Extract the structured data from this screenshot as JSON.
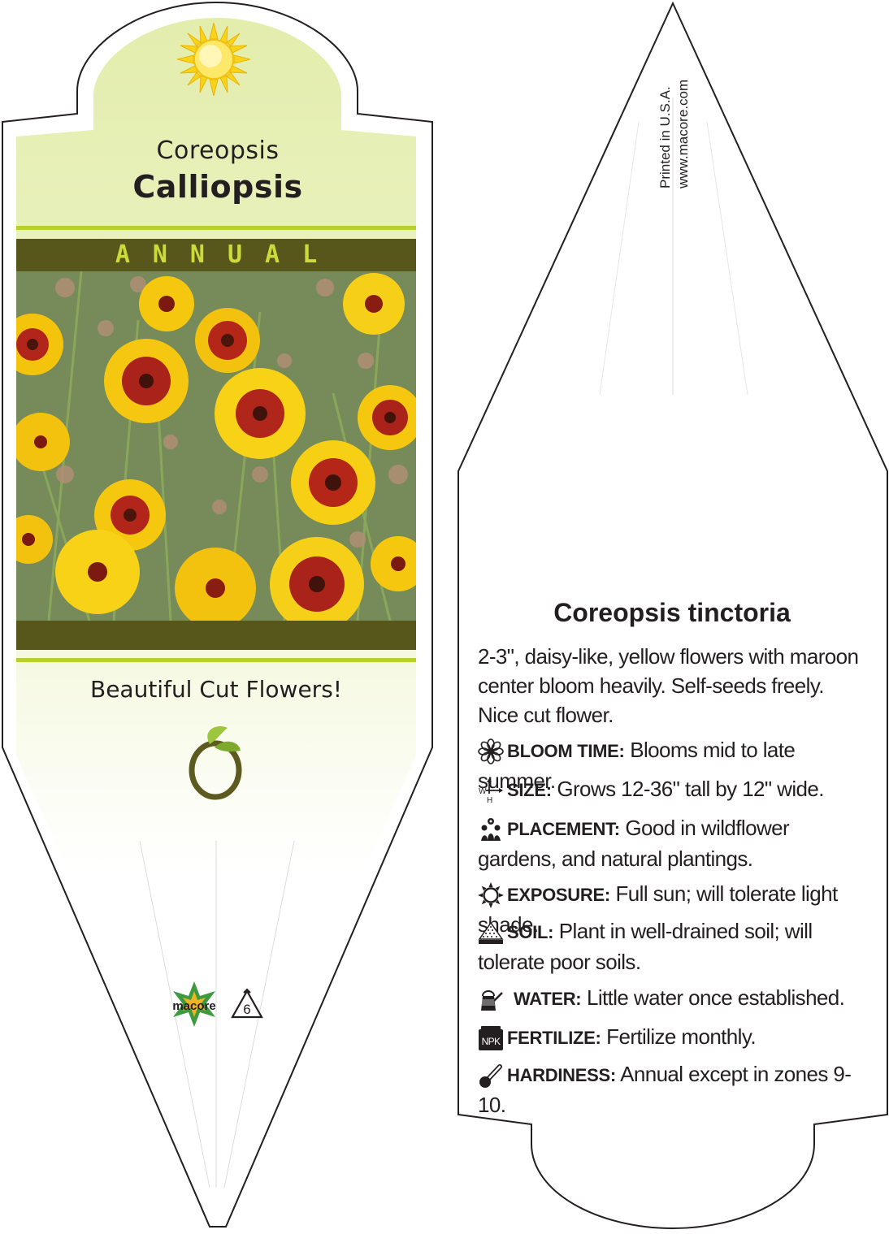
{
  "front": {
    "common_name": "Coreopsis",
    "variety_name": "Calliopsis",
    "plant_type": "ANNUAL",
    "tagline": "Beautiful Cut Flowers!",
    "icons": [
      "sun-icon",
      "seedling-logo-icon",
      "macore-logo",
      "recycle-6-icon"
    ],
    "logo_text": "macore",
    "recycle_code": "6",
    "colors": {
      "band": "#57561b",
      "accent_line": "#b9cf2e",
      "type_text": "#c9dc3a",
      "gradient_top": "#e6efb0"
    }
  },
  "back": {
    "printed_line1": "Printed in U.S.A.",
    "printed_line2": "www.macore.com",
    "botanical_name": "Coreopsis tinctoria",
    "description": "2-3\", daisy-like, yellow flowers with maroon center bloom heavily. Self-seeds freely. Nice cut flower.",
    "care": [
      {
        "icon": "flower-icon",
        "label": "BLOOM TIME:",
        "text": "Blooms mid to late summer."
      },
      {
        "icon": "size-arrows-icon",
        "label": "SIZE:",
        "text": "Grows 12-36\" tall by 12\" wide."
      },
      {
        "icon": "plants-icon",
        "label": "PLACEMENT:",
        "text": "Good in wildflower gardens, and natural plantings."
      },
      {
        "icon": "sun-outline-icon",
        "label": "EXPOSURE:",
        "text": "Full sun; will tolerate light shade."
      },
      {
        "icon": "soil-pile-icon",
        "label": "SOIL:",
        "text": "Plant in well-drained soil; will tolerate poor soils."
      },
      {
        "icon": "watering-can-icon",
        "label": "WATER:",
        "text": "Little water once established."
      },
      {
        "icon": "npk-icon",
        "label": "FERTILIZE:",
        "text": "Fertilize monthly."
      },
      {
        "icon": "thermometer-icon",
        "label": "HARDINESS:",
        "text": "Annual except in zones 9-10."
      }
    ],
    "size_icon_letters": {
      "w": "W",
      "h": "H"
    },
    "npk_text": "NPK"
  }
}
